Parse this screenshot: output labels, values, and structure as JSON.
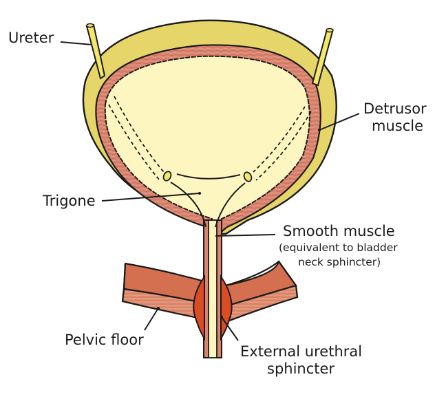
{
  "title": "Urinary bladder anatomy",
  "labels": {
    "ureter": "Ureter",
    "detrusor_line1": "Detrusor",
    "detrusor_line2": "muscle",
    "trigone": "Trigone",
    "smooth_line1": "Smooth muscle",
    "smooth_line2": "(equivalent to bladder",
    "smooth_line3": "neck sphincter)",
    "pelvic": "Pelvic floor",
    "external_line1": "External urethral",
    "external_line2": "sphincter"
  },
  "colors": {
    "outer_wall": "#e6d66a",
    "muscle": "#d98570",
    "muscle_dark": "#c96a55",
    "lumen": "#fdf6c0",
    "ureter": "#f3e66a",
    "pelvic_floor": "#d4704f",
    "pelvic_floor_side": "#e08f72",
    "sphincter": "#d94c24",
    "outline": "#1a1a1a"
  }
}
